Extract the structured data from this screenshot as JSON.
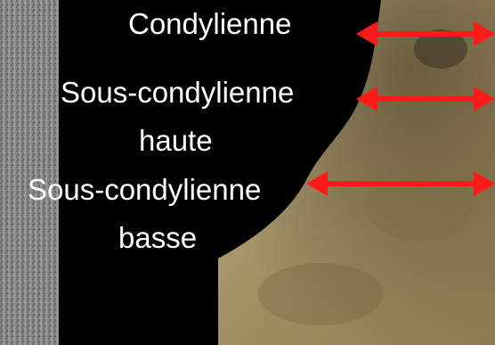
{
  "labels": {
    "condylienne": "Condylienne",
    "sous_condylienne_haute_line1": "Sous-condylienne",
    "sous_condylienne_haute_line2": "haute",
    "sous_condylienne_basse_line1": "Sous-condylienne",
    "sous_condylienne_basse_line2": "basse"
  },
  "colors": {
    "background": "#000000",
    "text": "#ffffff",
    "arrow": "#ff1a1a",
    "bone": "#a3936a"
  }
}
